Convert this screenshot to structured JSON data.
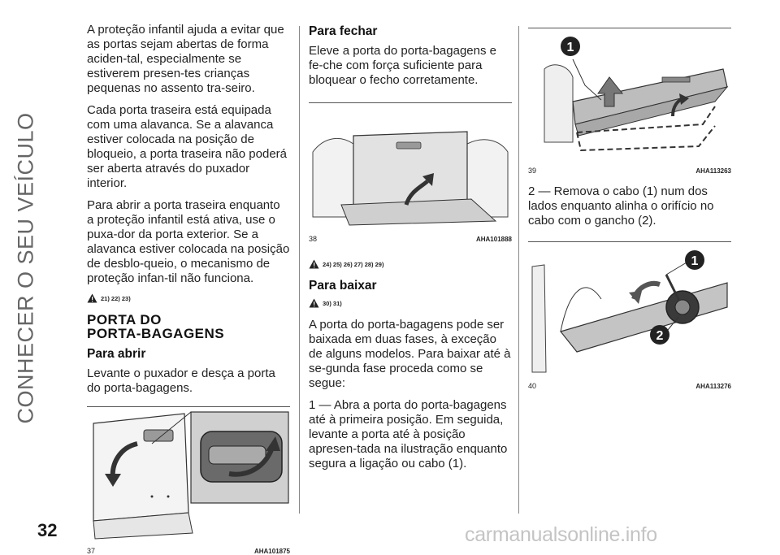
{
  "side_title": "CONHECER O SEU VEÍCULO",
  "page_number": "32",
  "watermark": "carmanualsonline.info",
  "col1": {
    "p1": "A proteção infantil ajuda a evitar que as portas sejam abertas de forma aciden-tal, especialmente se estiverem presen-tes crianças pequenas no assento tra-seiro.",
    "p2": "Cada porta traseira está equipada com uma alavanca. Se a alavanca estiver colocada na posição de bloqueio, a porta traseira não poderá ser aberta através do puxador interior.",
    "p3": "Para abrir a porta traseira enquanto a proteção infantil está ativa, use o puxa-dor da porta exterior. Se a alavanca estiver colocada na posição de desblo-queio, o mecanismo de proteção infan-til não funciona.",
    "warn_refs": "21) 22) 23)",
    "section_title_1": "PORTA DO",
    "section_title_2": "PORTA-BAGAGENS",
    "sub_open": "Para abrir",
    "p4": "Levante o puxador e desça a porta do porta-bagagens.",
    "fig_num": "37",
    "fig_code": "AHA101875"
  },
  "col2": {
    "sub_close": "Para fechar",
    "p1": "Eleve a porta do porta-bagagens e fe-che com força suficiente para bloquear o fecho corretamente.",
    "fig_num": "38",
    "fig_code": "AHA101888",
    "warn_refs_1": "24) 25) 26) 27) 28) 29)",
    "sub_lower": "Para baixar",
    "warn_refs_2": "30) 31)",
    "p2": "A porta do porta-bagagens pode ser baixada em duas fases, à exceção de alguns modelos. Para baixar até à se-gunda fase proceda como se segue:",
    "p3": "1 — Abra a porta do porta-bagagens até à primeira posição. Em seguida, levante a porta até à posição apresen-tada na ilustração enquanto segura a ligação ou cabo (1)."
  },
  "col3": {
    "fig1_num": "39",
    "fig1_code": "AHA113263",
    "callout_1": "1",
    "p1": "2 — Remova o cabo (1) num dos lados enquanto alinha o orifício no cabo com o gancho (2).",
    "fig2_num": "40",
    "fig2_code": "AHA113276",
    "callout_a": "1",
    "callout_b": "2"
  },
  "colors": {
    "text": "#1a1a1a",
    "side_title": "#666666",
    "watermark": "#c4c4c4"
  }
}
